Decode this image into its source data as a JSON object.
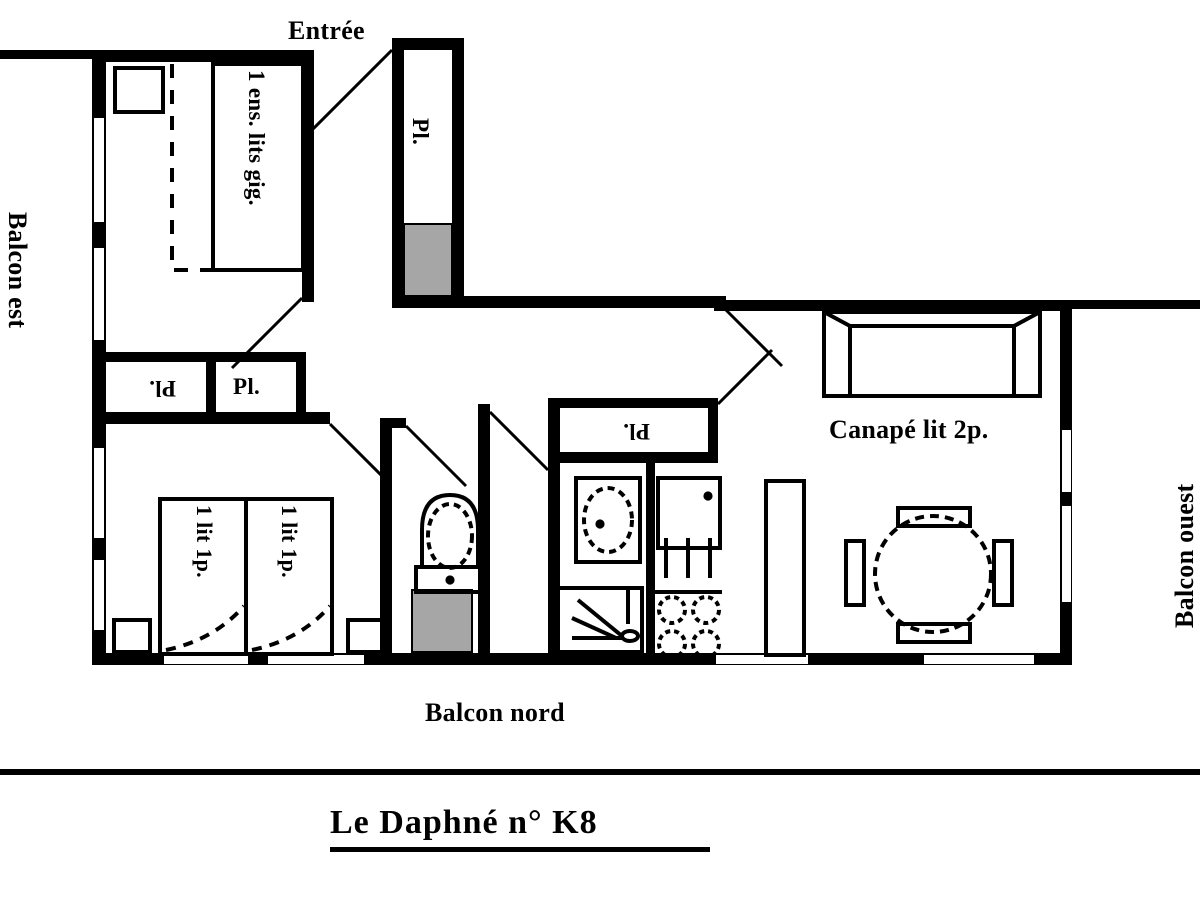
{
  "document": {
    "type": "floor-plan",
    "title": "Le Daphné n° K8",
    "language": "fr"
  },
  "colors": {
    "wall": "#000000",
    "background": "#ffffff",
    "furniture_line": "#000000",
    "door_fill": "#a6a6a6",
    "text": "#000000"
  },
  "labels": {
    "entree": "Entrée",
    "balcon_est": "Balcon est",
    "balcon_ouest": "Balcon ouest",
    "balcon_nord": "Balcon nord",
    "bed_ens_lits_gig": "1 ens. lits gig.",
    "placard_entree": "Pl.",
    "placard_left_a": "Pl.",
    "placard_left_b": "Pl.",
    "placard_kitchen": "Pl.",
    "lit_1p_a": "1 lit 1p.",
    "lit_1p_b": "1 lit 1p.",
    "canape_lit_2p": "Canapé lit 2p."
  },
  "rooms": [
    {
      "name": "chambre-lits-gigognes",
      "label": "1 ens. lits gig."
    },
    {
      "name": "chambre-deux-lits",
      "label": "1 lit 1p."
    },
    {
      "name": "sejour",
      "label": "Canapé lit 2p."
    },
    {
      "name": "cuisine",
      "label": "Pl."
    },
    {
      "name": "salle-eau-wc",
      "label": ""
    },
    {
      "name": "entree",
      "label": "Entrée"
    }
  ],
  "fixtures": [
    {
      "name": "nightstand-top-left",
      "kind": "table-de-chevet"
    },
    {
      "name": "nightstand-bottom-left",
      "kind": "table-de-chevet"
    },
    {
      "name": "nightstand-bottom-right",
      "kind": "table-de-chevet"
    },
    {
      "name": "wc-toilet",
      "kind": "wc"
    },
    {
      "name": "kitchen-sink",
      "kind": "evier"
    },
    {
      "name": "kitchen-oven",
      "kind": "four"
    },
    {
      "name": "kitchen-hob",
      "kind": "plaque-4-feux"
    },
    {
      "name": "kitchen-hood",
      "kind": "hotte"
    },
    {
      "name": "sofa-bed",
      "kind": "canape-lit"
    },
    {
      "name": "dining-table",
      "kind": "table-ronde"
    },
    {
      "name": "chair-north",
      "kind": "chaise"
    },
    {
      "name": "chair-south",
      "kind": "chaise"
    },
    {
      "name": "chair-east",
      "kind": "chaise"
    },
    {
      "name": "chair-west",
      "kind": "chaise"
    }
  ],
  "title_block": {
    "caption": "Le Daphné n° K8"
  }
}
